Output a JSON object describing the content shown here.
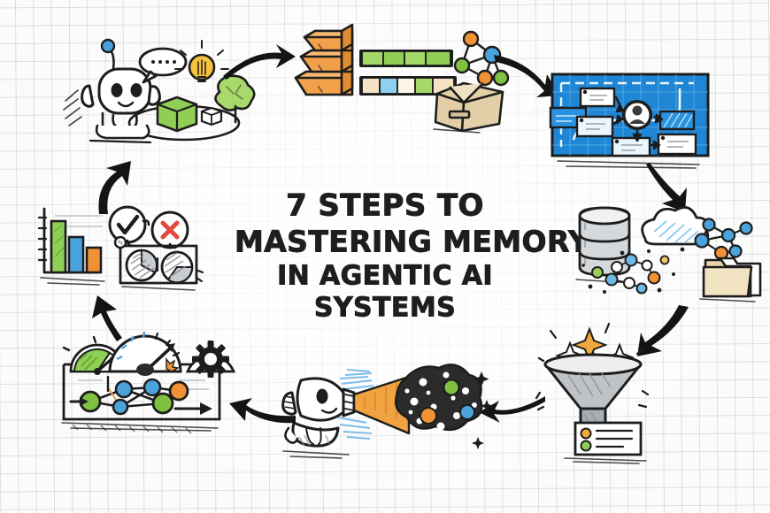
{
  "page": {
    "kind": "hand-drawn-infographic",
    "background": "graph-paper",
    "grid_color": "#969ea6",
    "canvas_color": "#fbfbfb"
  },
  "title": {
    "line1": "7 Steps to",
    "line2": "Mastering Memory",
    "line3": "in Agentic AI",
    "line4": "Systems",
    "color": "#1e1e1e"
  },
  "palette": {
    "ink": "#1d1d1d",
    "orange": "#ef9134",
    "orange_dark": "#e0802a",
    "blue": "#4ba3dc",
    "blue_blueprint": "#1e86d4",
    "blue_light": "#9fd2f2",
    "green": "#7fc242",
    "green_light": "#a8d96a",
    "grey": "#b8bcc0",
    "grey_dark": "#8a9095",
    "red": "#e04a3f",
    "cream": "#e8d6b0",
    "dark_cloud": "#2b2b2b",
    "yellow": "#f4c23c"
  },
  "flow": {
    "direction": "clockwise",
    "arrow_count": 7,
    "arrow_color": "#141414"
  },
  "steps": [
    {
      "index": 1,
      "id": "agent-understanding",
      "position": "top-left",
      "name": "robot-thinking-scene",
      "elements": [
        "robot",
        "speech-bubble",
        "lightbulb",
        "green-cube",
        "small-cube",
        "tree",
        "ground-ellipse",
        "motion-lines"
      ]
    },
    {
      "index": 2,
      "id": "chunking-embedding",
      "position": "top-center",
      "name": "blocks-bars-graph-box",
      "elements": [
        "stacked-orange-blocks",
        "green-token-bar",
        "mixed-token-bar",
        "node-graph",
        "cardboard-box"
      ]
    },
    {
      "index": 3,
      "id": "memory-architecture",
      "position": "top-right",
      "name": "blueprint-panel",
      "elements": [
        "blueprint-board",
        "user-avatar",
        "connected-cards",
        "connector-arrows"
      ]
    },
    {
      "index": 4,
      "id": "storage-retrieval",
      "position": "right",
      "name": "database-cloud-folders",
      "elements": [
        "database-cylinder",
        "cloud",
        "node-graph",
        "scattered-dots",
        "folder-stack"
      ]
    },
    {
      "index": 5,
      "id": "filtering-distillation",
      "position": "bottom-right",
      "name": "funnel-scene",
      "elements": [
        "funnel",
        "sparkles",
        "output-document",
        "bullet-dots"
      ]
    },
    {
      "index": 6,
      "id": "context-projection",
      "position": "bottom-center",
      "name": "robot-projector-scene",
      "elements": [
        "robot",
        "orange-beam",
        "dark-data-cloud",
        "colored-nodes",
        "sparkles"
      ]
    },
    {
      "index": 7,
      "id": "tuning-optimization",
      "position": "bottom-left",
      "name": "gauges-network-panel",
      "elements": [
        "half-gauge",
        "speedometer",
        "gear",
        "node-network",
        "flow-arrows",
        "panel-frame"
      ]
    },
    {
      "index": 8,
      "id": "evaluation-metrics",
      "position": "left",
      "name": "charts-check-cross",
      "elements": [
        "bar-chart",
        "check-circle",
        "cross-circle",
        "pie-chart-left",
        "pie-chart-right",
        "panel"
      ]
    }
  ]
}
